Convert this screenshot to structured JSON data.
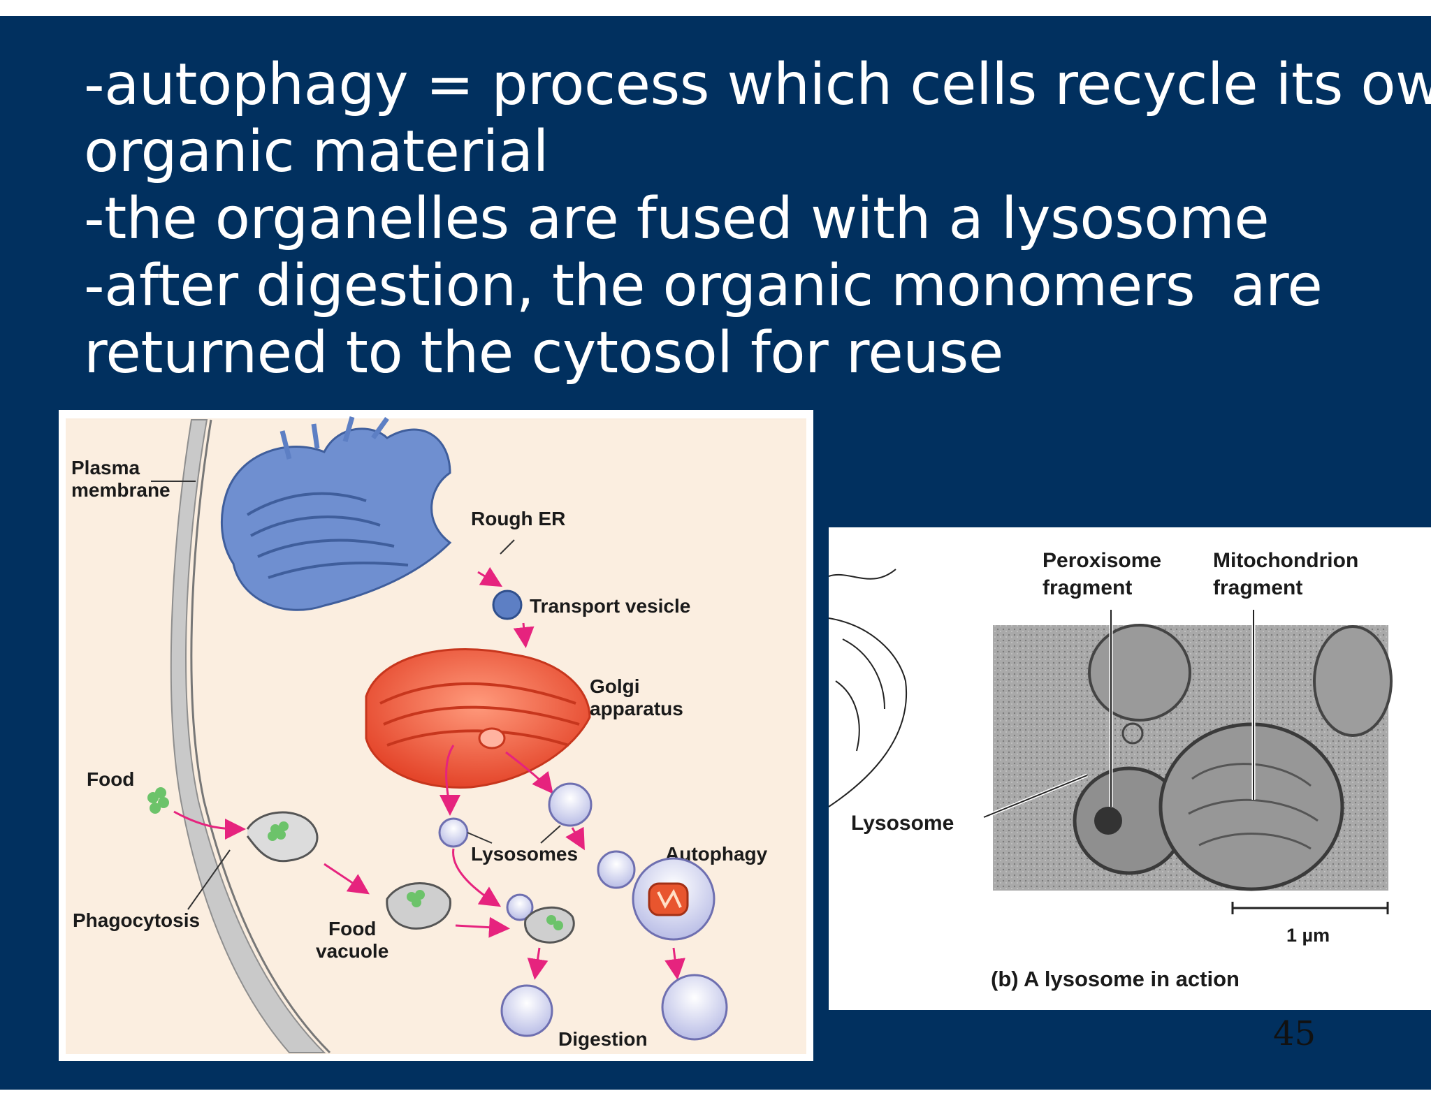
{
  "slide": {
    "lines": [
      "-autophagy = process which cells recycle its own",
      "organic material",
      "-the organelles are fused with a lysosome",
      "-after digestion, the organic monomers  are",
      "returned to the cytosol for reuse"
    ],
    "page_number": "45",
    "background": "#01305f"
  },
  "diagram_a": {
    "labels": {
      "plasma_membrane_1": "Plasma",
      "plasma_membrane_2": "membrane",
      "rough_er": "Rough ER",
      "transport_vesicle": "Transport vesicle",
      "golgi_1": "Golgi",
      "golgi_2": "apparatus",
      "food": "Food",
      "lysosomes": "Lysosomes",
      "autophagy": "Autophagy",
      "phagocytosis": "Phagocytosis",
      "food_vacuole_1": "Food",
      "food_vacuole_2": "vacuole",
      "digestion": "Digestion"
    },
    "colors": {
      "background": "#fbeee0",
      "er": "#5d7fc4",
      "golgi": "#f2654c",
      "food": "#6cc36a",
      "arrow": "#e6237e"
    }
  },
  "micrograph": {
    "labels": {
      "peroxisome_1": "Peroxisome",
      "peroxisome_2": "fragment",
      "mitochondrion_1": "Mitochondrion",
      "mitochondrion_2": "fragment",
      "lysosome": "Lysosome",
      "scale": "1 µm",
      "caption": "(b) A lysosome in action"
    }
  }
}
